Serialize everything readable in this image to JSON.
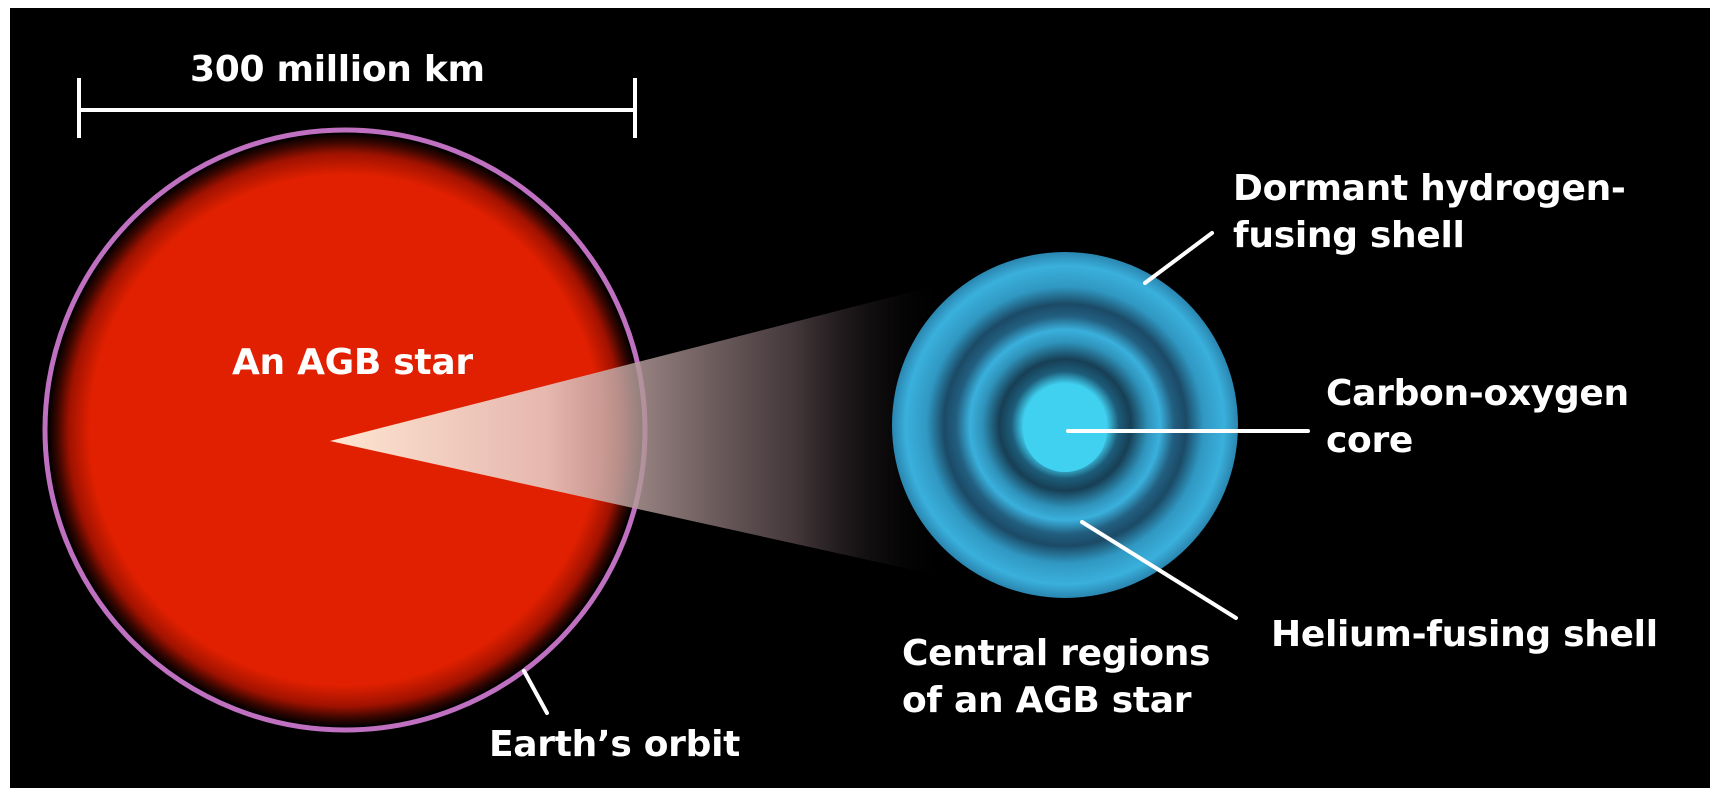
{
  "scale_bar": {
    "label": "300 million km"
  },
  "star": {
    "label": "An AGB star",
    "fill_color": "#e02000",
    "orbit_color": "#c070c0",
    "orbit_label": "Earth’s orbit"
  },
  "interior": {
    "title_line1": "Central regions",
    "title_line2": "of an AGB star",
    "shell_color": "#3ab0dc",
    "core_color": "#40d0f0",
    "labels": {
      "hydrogen_line1": "Dormant hydrogen-",
      "hydrogen_line2": "fusing shell",
      "core_line1": "Carbon-oxygen",
      "core_line2": "core",
      "helium": "Helium-fusing shell"
    }
  }
}
